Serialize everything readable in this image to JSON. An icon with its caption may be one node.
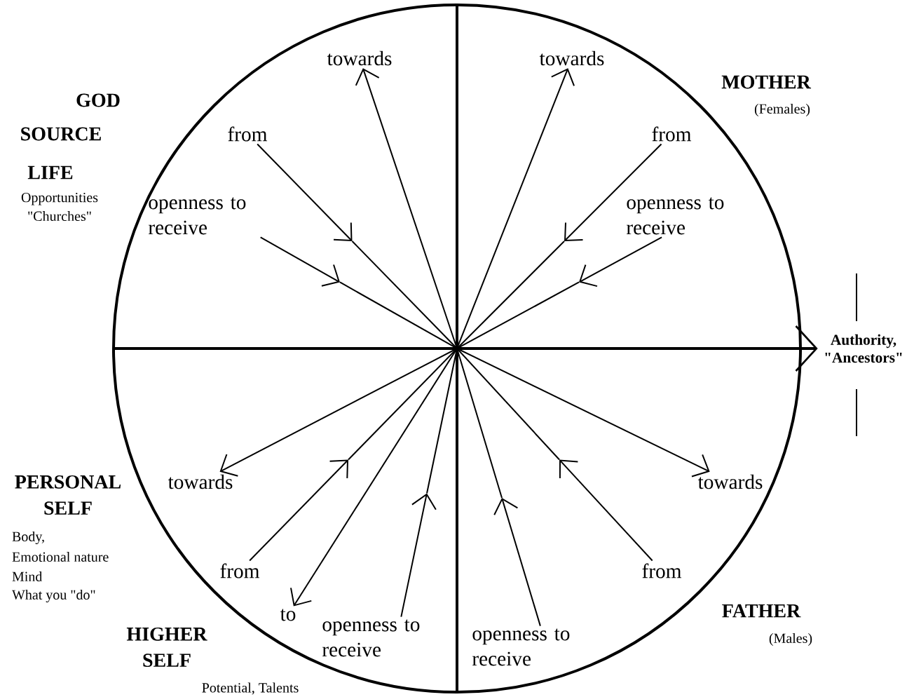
{
  "diagram": {
    "nodes": [
      {
        "text": [
          "towards"
        ]
      },
      {
        "text": [
          "towards"
        ]
      },
      {
        "text": [
          "from"
        ]
      },
      {
        "text": [
          "from"
        ]
      },
      {
        "text": [
          "openness to receive"
        ]
      },
      {
        "text": [
          "openness to receive"
        ]
      },
      {
        "text": [
          "Authority, \"Ancestors\""
        ]
      },
      {
        "text": [
          "towards"
        ]
      },
      {
        "text": [
          "towards"
        ]
      },
      {
        "text": [
          "from"
        ]
      },
      {
        "text": [
          "from"
        ]
      },
      {
        "text": [
          "to"
        ]
      },
      {
        "text": [
          "openness to receive"
        ]
      },
      {
        "text": [
          "openness to receive"
        ]
      }
    ],
    "edges": [
      {
        "from": null,
        "to": 0,
        "arrow": "to"
      },
      {
        "from": null,
        "to": 1,
        "arrow": "to"
      },
      {
        "from": 2,
        "to": null,
        "arrow": "to"
      },
      {
        "from": 3,
        "to": null,
        "arrow": "to"
      },
      {
        "from": 4,
        "to": null,
        "arrow": "to"
      },
      {
        "from": 5,
        "to": null,
        "arrow": "to"
      },
      {
        "from": null,
        "to": 6,
        "arrow": "to",
        "style": "thick"
      },
      {
        "from": null,
        "to": 7,
        "arrow": "to"
      },
      {
        "from": null,
        "to": 8,
        "arrow": "to"
      },
      {
        "from": 9,
        "to": null,
        "arrow": "to"
      },
      {
        "from": 10,
        "to": null,
        "arrow": "to"
      },
      {
        "from": null,
        "to": 11,
        "arrow": "to"
      },
      {
        "from": 12,
        "to": null,
        "arrow": "to"
      },
      {
        "from": 13,
        "to": null,
        "arrow": "to"
      }
    ],
    "labels": [
      "GOD",
      "MOTHER",
      "(Females)",
      "SOURCE",
      "LIFE",
      "Opportunities \"Churches\"",
      "PERSONAL SELF",
      "Body,",
      "Emotional nature",
      "Mind",
      "What you \"do\"",
      "FATHER",
      "(Males)",
      "HIGHER SELF",
      "Potential, Talents"
    ]
  }
}
